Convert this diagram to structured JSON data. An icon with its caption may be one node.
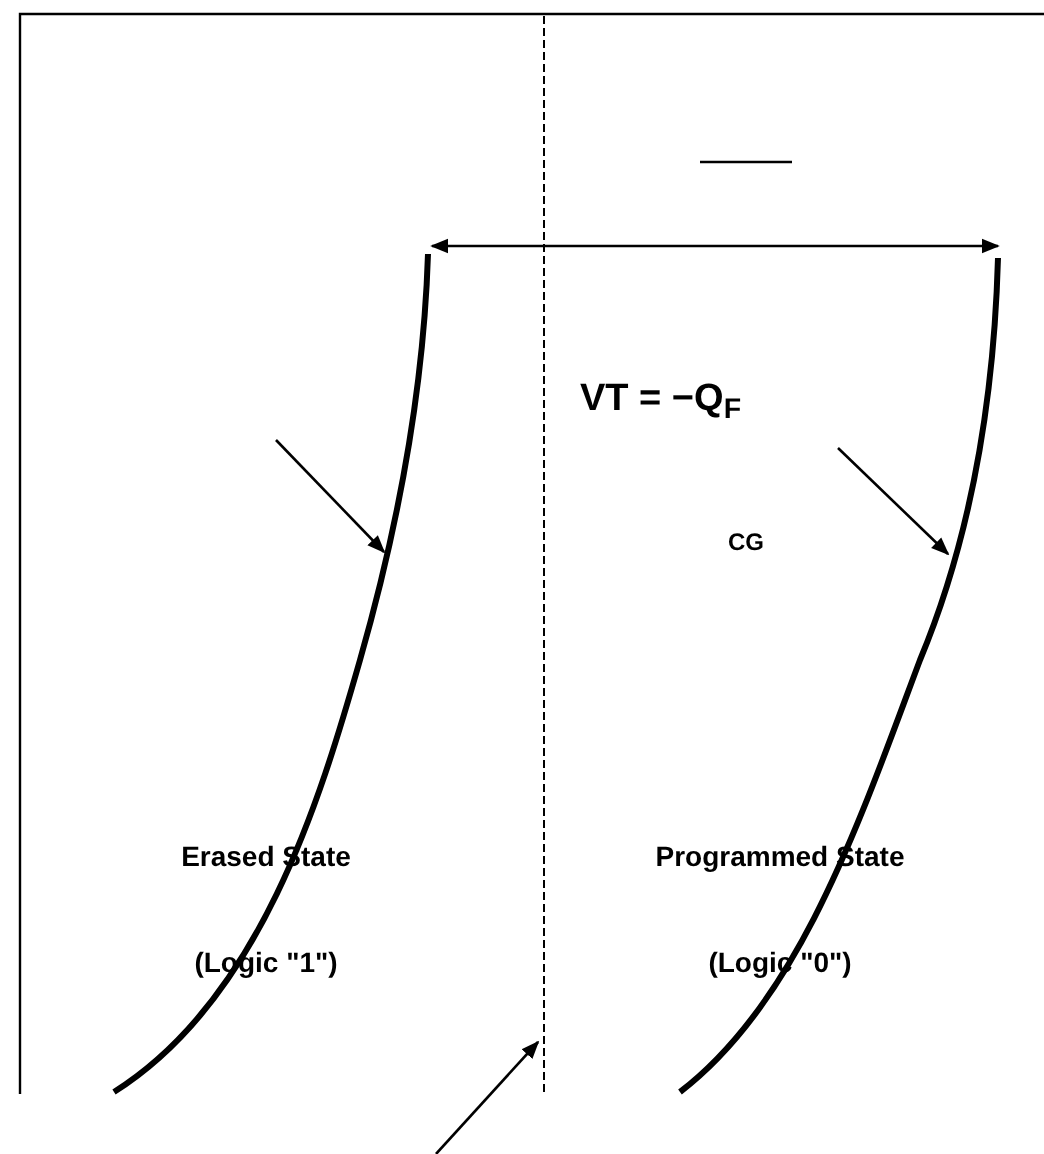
{
  "diagram": {
    "nodes": [
      {
        "text": [],
        "shape": "curve"
      },
      {
        "text": [],
        "shape": "curve"
      },
      {
        "text": [],
        "shape": "line"
      }
    ],
    "edges": [
      {
        "from": null,
        "to": 0,
        "arrow": "to"
      },
      {
        "from": null,
        "to": 1,
        "arrow": "to"
      },
      {
        "from": null,
        "to": 2,
        "arrow": "to"
      },
      {
        "from": 0,
        "to": 1,
        "arrow": "both"
      }
    ],
    "labels": [
      "VT = −Q$_{F}$",
      "CG",
      "Erased State",
      "Programmed State",
      "(Logic \"1\")",
      "(Logic \"0\")"
    ]
  }
}
